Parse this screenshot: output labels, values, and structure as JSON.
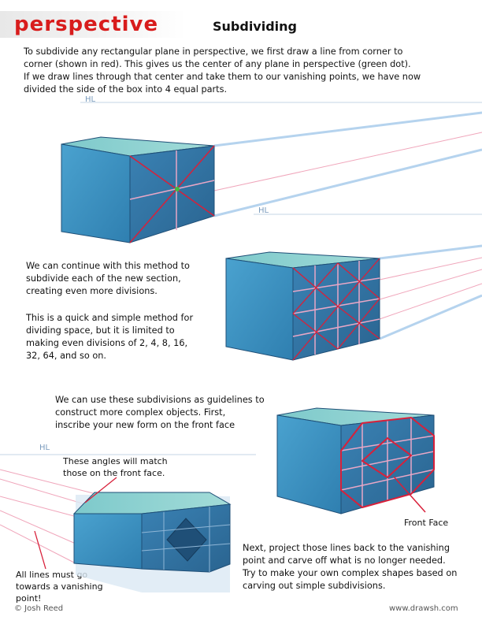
{
  "header": {
    "logo": "perspective",
    "title": "Subdividing"
  },
  "intro": "To subdivide any rectangular plane in perspective, we first draw a line from corner to\ncorner (shown in red).  This gives us the center of any plane in perspective (green dot).\nIf we draw lines through that center and take them to our vanishing points, we have now\ndivided the side of the box into 4 equal parts.",
  "continue_text": "We can continue with this method to\nsubdivide each of the new section,\ncreating even more divisions.",
  "limit_text": "This is a quick and simple method for\ndividing space, but it is limited to\nmaking even divisions of 2, 4, 8, 16,\n32, 64, and so on.",
  "guidelines_text": "We can use these subdivisions as guidelines to\nconstruct more complex objects.  First,\ninscribe your new form on the front face",
  "angles_label": "These angles will match\nthose on the front face.",
  "front_face_label": "Front Face",
  "project_text": "Next, project those lines back to the vanishing\npoint and carve off what is no longer needed.\nTry to make your own complex shapes based on\ncarving out simple subdivisions.",
  "vanish_label": "All lines must go\ntowards a vanishing\npoint!",
  "horizon_label": "HL",
  "footer": {
    "copyright": "© Josh Reed",
    "website": "www.drawsh.com"
  },
  "colors": {
    "logo_red": "#d81c1c",
    "box_front": "#2f6f9c",
    "box_side": "#3c8fc0",
    "box_top": "#8fd3d1",
    "guide_red": "#d8203a",
    "guide_pink": "#e9a7c6",
    "center_green": "#3fbf3f",
    "projection_blue": "#a7c8e8"
  }
}
